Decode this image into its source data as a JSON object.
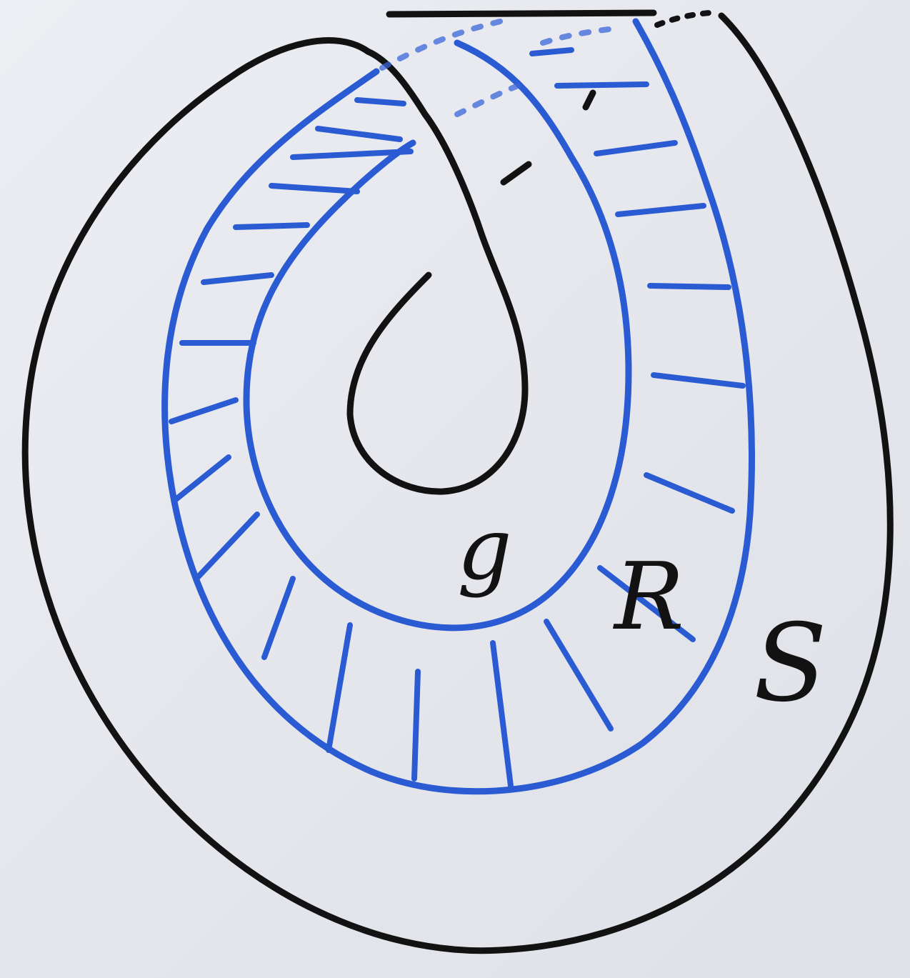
{
  "labels": {
    "inner_curve": "g",
    "band": "R",
    "outer_curve": "S"
  },
  "colors": {
    "black_ink": "#121212",
    "blue_ink": "#2a5bd3",
    "board": "#e6e8ee"
  }
}
